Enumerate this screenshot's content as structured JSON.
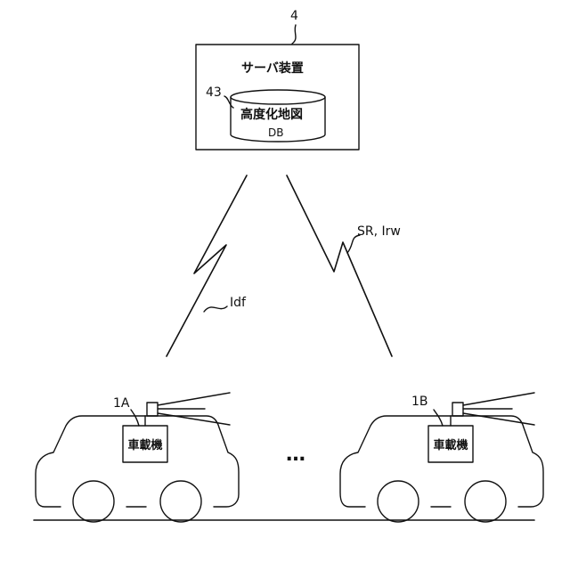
{
  "server": {
    "ref": "4",
    "title": "サーバ装置",
    "database": {
      "ref": "43",
      "name": "高度化地図",
      "suffix": "DB"
    }
  },
  "signals": {
    "uplink": "Idf",
    "downlink": "SR, Irw"
  },
  "vehicles": [
    {
      "ref": "1A",
      "device": "車載機"
    },
    {
      "ref": "1B",
      "device": "車載機"
    }
  ],
  "ellipsis": "…"
}
